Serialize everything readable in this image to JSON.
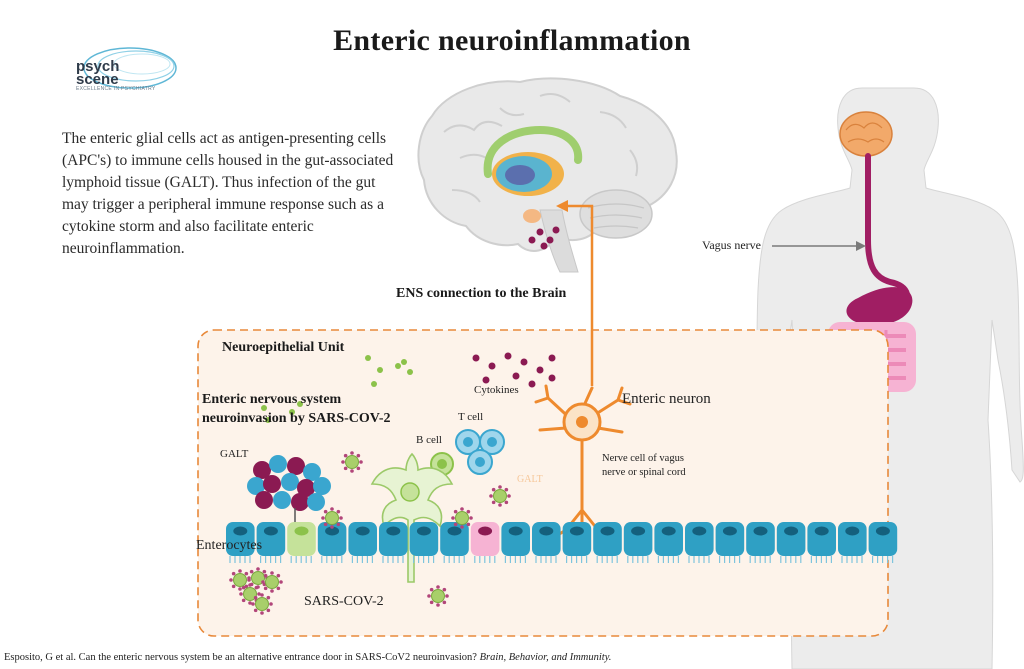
{
  "title": "Enteric neuroinflammation",
  "logo": {
    "word_top": "psych",
    "word_bottom": "scene",
    "tagline": "EXCELLENCE IN PSYCHIATRY"
  },
  "intro_text": "The enteric glial cells act as antigen-presenting cells (APC's) to immune cells housed in the gut-associated lymphoid tissue (GALT). Thus infection of the gut may trigger a peripheral immune response such as a cytokine storm and also facilitate enteric neuroinflammation.",
  "labels": {
    "vagus_nerve": "Vagus nerve",
    "ens_connection": "ENS connection to the Brain",
    "neuroepithelial_unit": "Neuroepithelial Unit",
    "invasion_line1": "Enteric nervous system",
    "invasion_line2": "neuroinvasion by SARS-COV-2",
    "cytokines": "Cytokines",
    "enteric_neuron": "Enteric neuron",
    "t_cell": "T cell",
    "b_cell": "B cell",
    "galt_left": "GALT",
    "galt_faint": "GALT",
    "nerve_cell_line1": "Nerve cell of vagus",
    "nerve_cell_line2": "nerve or spinal cord",
    "enterocytes": "Enterocytes",
    "sars_cov_2": "SARS-COV-2"
  },
  "footer": {
    "text": "Esposito, G et al. Can the enteric nervous system be an alternative entrance door in SARS-CoV2 neuroinvasion? ",
    "journal": "Brain, Behavior, and Immunity."
  },
  "colors": {
    "panel_border": "#e8893a",
    "panel_fill": "#fdf3ea",
    "arrow_orange": "#ee8a2e",
    "vagus_purple": "#a01e63",
    "enterocyte_blue": "#2fa0c4",
    "brain_grey": "#e8e8e8",
    "virus_green": "#8cc24a"
  },
  "icons": [
    "psych-scene-logo",
    "brain-illustration",
    "human-silhouette",
    "virus-particle",
    "enteric-neuron",
    "b-cell",
    "t-cell",
    "galt-cluster"
  ]
}
